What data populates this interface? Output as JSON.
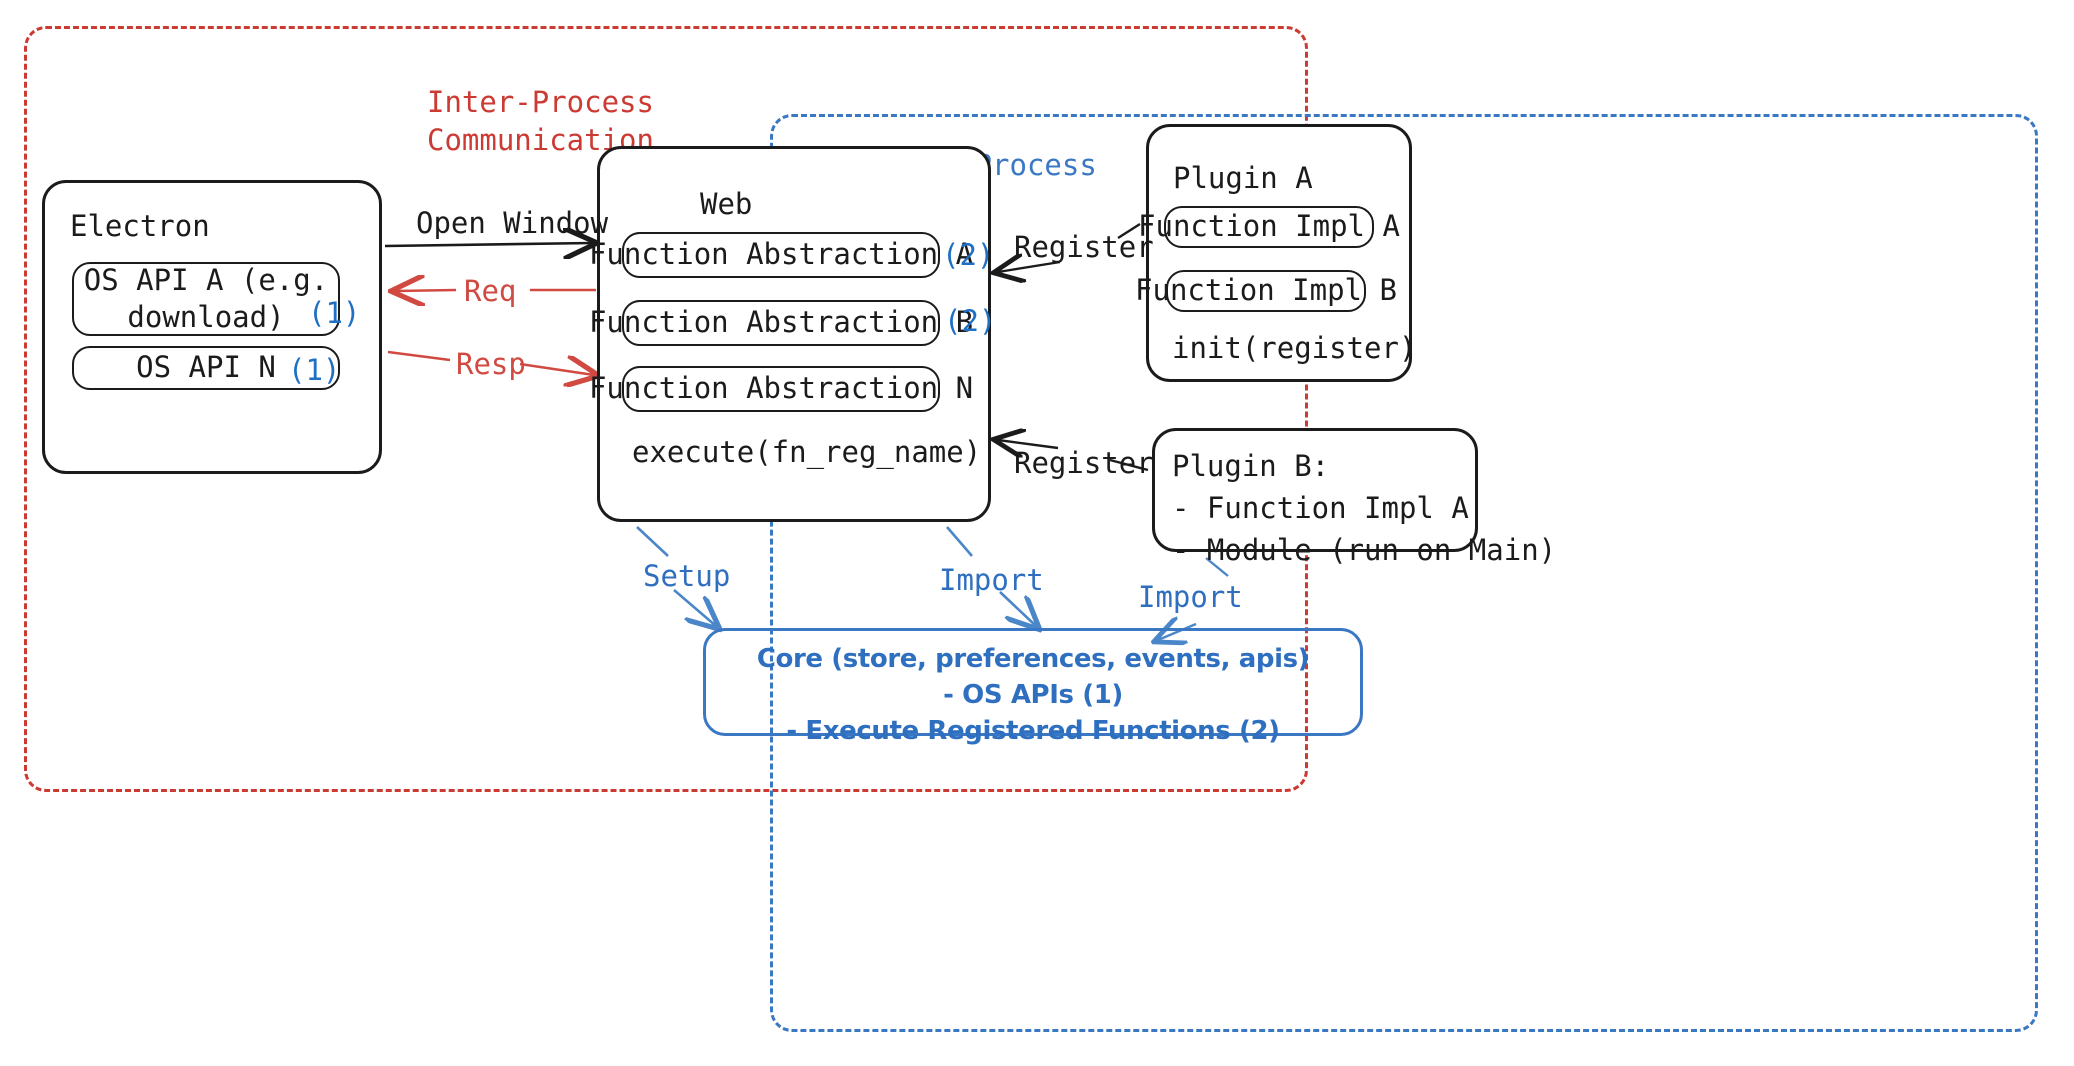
{
  "groups": {
    "ipc": {
      "label": "Inter-Process\nCommunication",
      "color": "#cc3b33"
    },
    "rendering": {
      "label": "Rendering Process",
      "color": "#3b78c4"
    }
  },
  "electron": {
    "title": "Electron",
    "apis": [
      {
        "label": "OS API A (e.g.\ndownload)",
        "tag": "(1)"
      },
      {
        "label": "OS API N",
        "tag": "(1)"
      }
    ]
  },
  "web": {
    "title": "Web",
    "abstractions": [
      {
        "label": "Function Abstraction A",
        "tag": "(2)"
      },
      {
        "label": "Function Abstraction B",
        "tag": "(2)"
      },
      {
        "label": "Function Abstraction N",
        "tag": ""
      }
    ],
    "method": "execute(fn_reg_name)"
  },
  "plugin_a": {
    "title": "Plugin A",
    "impls": [
      "Function Impl A",
      "Function Impl B"
    ],
    "init": "init(register)"
  },
  "plugin_b": {
    "text": "Plugin B:\n- Function Impl A\n- Module (run on Main)"
  },
  "core": {
    "text": "Core (store, preferences, events, apis)\n- OS APIs (1)\n- Execute Registered Functions (2)",
    "color": "#2f6fbf"
  },
  "edges": {
    "open_window": "Open Window",
    "req": "Req",
    "resp": "Resp",
    "register_plugin_a": "Register",
    "register_plugin_b": "Register",
    "setup": "Setup",
    "import_web": "Import",
    "import_plugin_b": "Import"
  },
  "colors": {
    "red": "#cc3b33",
    "blue": "#3b78c4",
    "accent_blue": "#1f6fc4",
    "ink": "#1b1b1b"
  }
}
